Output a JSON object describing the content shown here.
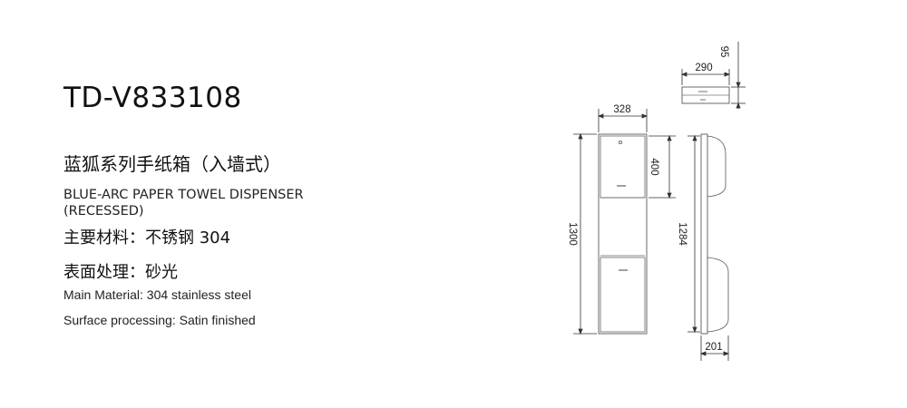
{
  "model": "TD-V833108",
  "title_cn": "蓝狐系列手纸箱（入墙式）",
  "title_en": "BLUE-ARC PAPER TOWEL DISPENSER (RECESSED)",
  "material_cn": "主要材料：不锈钢 304",
  "surface_cn": "表面处理：砂光",
  "material_en": "Main Material: 304 stainless steel",
  "surface_en": "Surface processing: Satin finished",
  "dimensions": {
    "front_width": "328",
    "front_height": "1300",
    "upper_section": "400",
    "side_height": "1284",
    "side_depth": "201",
    "top_width": "290",
    "top_depth": "95"
  }
}
